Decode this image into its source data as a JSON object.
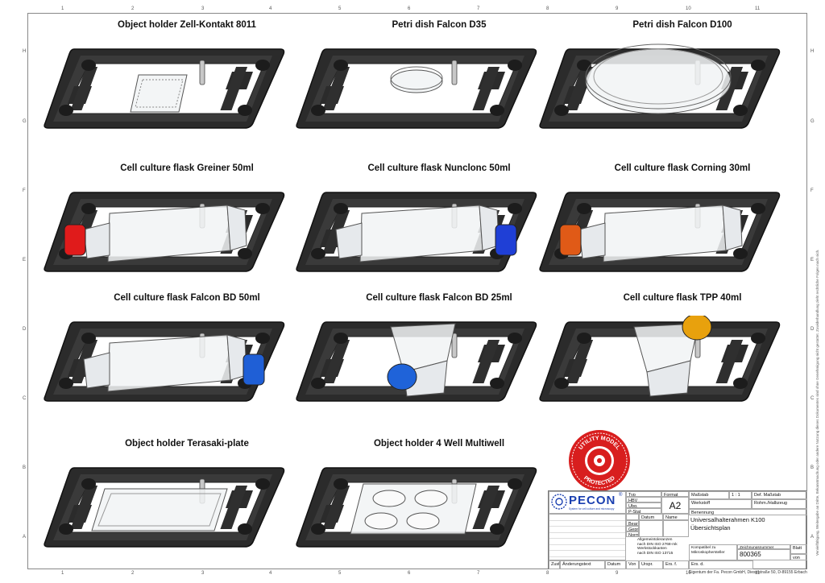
{
  "ruler": {
    "top": [
      "1",
      "2",
      "3",
      "4",
      "5",
      "6",
      "7",
      "8",
      "9",
      "10",
      "11"
    ],
    "bottom": [
      "1",
      "2",
      "3",
      "4",
      "5",
      "6",
      "7",
      "8",
      "9",
      "10",
      "11"
    ],
    "left": [
      "H",
      "G",
      "F",
      "E",
      "D",
      "C",
      "B",
      "A"
    ],
    "right": [
      "H",
      "G",
      "F",
      "E",
      "D",
      "C",
      "B",
      "A"
    ]
  },
  "items": [
    {
      "title": "Object holder Zell-Kontakt 8011",
      "content": "chamber-slide"
    },
    {
      "title": "Petri dish Falcon D35",
      "content": "petri-small"
    },
    {
      "title": "Petri dish Falcon D100",
      "content": "petri-large"
    },
    {
      "title": "Cell culture flask Greiner 50ml",
      "content": "flask",
      "cap_color": "#e01b1b"
    },
    {
      "title": "Cell culture flask Nunclonc 50ml",
      "content": "flask",
      "cap_color": "#1f3fd6"
    },
    {
      "title": "Cell culture flask Corning 30ml",
      "content": "flask",
      "cap_color": "#e05a17"
    },
    {
      "title": "Cell culture flask Falcon BD 50ml",
      "content": "flask",
      "cap_color": "#1f5fd6"
    },
    {
      "title": "Cell culture flask Falcon BD 25ml",
      "content": "flask-upright",
      "cap_color": "#1f63d9"
    },
    {
      "title": "Cell culture flask TPP 40ml",
      "content": "flask-upright",
      "cap_color": "#e8a10d"
    },
    {
      "title": "Object holder Terasaki-plate",
      "content": "terasaki"
    },
    {
      "title": "Object holder 4 Well Multiwell",
      "content": "multiwell"
    }
  ],
  "badge": {
    "top_text": "UTILITY MODEL",
    "bottom_text": "PROTECTED",
    "color": "#d81e1e"
  },
  "logo": {
    "name": "PECON",
    "tagline": "System for cell culture and microscopy",
    "reg": "®",
    "color": "#1a3fb0"
  },
  "title_block": {
    "type_label": "Typ",
    "format_label": "Format",
    "format_value": "A2",
    "rows": [
      "HBV",
      "Ubg.",
      "P-Stat"
    ],
    "datum": "Datum",
    "name": "Name",
    "bearb": "Bearb.",
    "gepr": "Gepr.",
    "norm": "Norm.",
    "general_tol": "Allgemeintoleranzen",
    "tol_line2": "nach DIN ISO 2768-mk",
    "tol_line3": "Werkstückkanten",
    "tol_line4": "nach DIN ISO 13715",
    "massstab_label": "Maßstab",
    "massstab_value": "1 : 1",
    "def_massstab": "Def. Maßstab",
    "werkstoff_label": "Werkstoff",
    "werkstoff_value": "Rohm./Halbzeug",
    "benennung": "Benennung",
    "title_line1": "Universalhalterahmen K100",
    "title_line2": "Übersichtsplan",
    "kompatibel": "Kompatibel zu",
    "kompatibel2": "Mikroskophersteller",
    "zeichnungsnummer_label": "Zeichnungsnummer",
    "zeichnungsnummer": "800365",
    "blatt": "Blatt",
    "von": "von",
    "zust": "Zust.",
    "aenderungstext": "Änderungstext",
    "datum2": "Datum",
    "von2": "Von",
    "urspr": "Urspr.",
    "ers": "Ers. f.",
    "ers_d": "Ers. d.",
    "eigentum": "Eigentum der Fa. Pecon GmbH, Dieselstraße 50, D-89155 Erbach"
  },
  "side_text": "Vervielfältigung, Weitergabe an Dritte, Bekanntmachung oder andere Nutzung dieses Dokumentes sind ohne Genehmigung nicht gestattet. Zuwiderhandlung zieht rechtliche Folgen nach sich."
}
